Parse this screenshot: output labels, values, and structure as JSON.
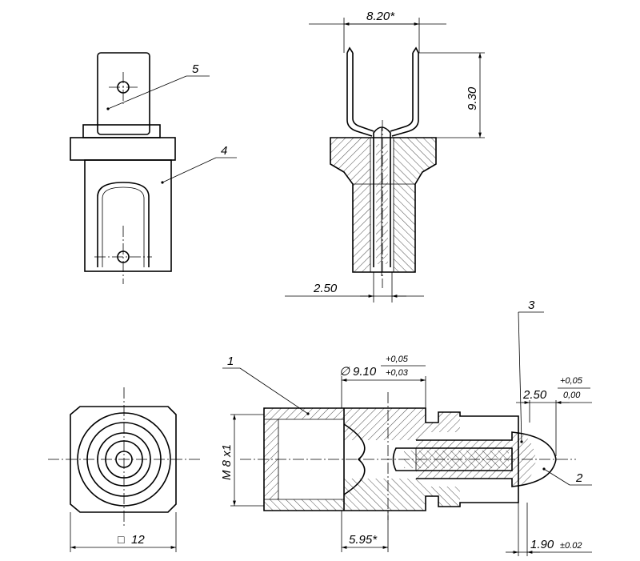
{
  "palette": {
    "ink": "#000000",
    "paper": "#ffffff"
  },
  "views": {
    "front_top": {
      "callouts": {
        "item5": "5",
        "item4": "4"
      }
    },
    "section_top": {
      "dims": {
        "width_top": "8.20*",
        "height_right": "9.30",
        "thickness_bottom": "2.50"
      }
    },
    "front_bottom": {
      "dims": {
        "square_symbol": "□",
        "square_size": "12"
      }
    },
    "section_bottom": {
      "callouts": {
        "item1": "1",
        "item2": "2",
        "item3": "3"
      },
      "dims": {
        "diameter_symbol": "∅",
        "diameter_value": "9.10",
        "diameter_tol_upper": "+0,05",
        "diameter_tol_lower": "+0,03",
        "thread": "M 8 x1",
        "offset_len": "5.95*",
        "tip_len": "2.50",
        "tip_tol_upper": "+0,05",
        "tip_tol_lower": "0,00",
        "gap": "1.90",
        "gap_tol": "±0.02"
      }
    }
  }
}
